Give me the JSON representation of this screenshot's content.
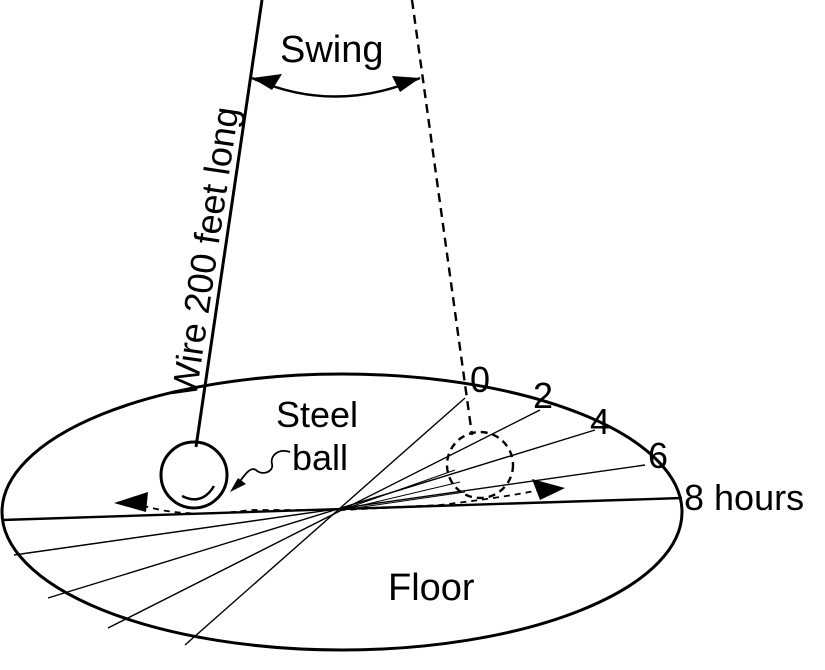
{
  "labels": {
    "swing": "Swing",
    "wire": "Wire 200 feet long",
    "steel": "Steel",
    "ball": "ball",
    "floor": "Floor"
  },
  "hour_marks": [
    "0",
    "2",
    "4",
    "6",
    "8 hours"
  ],
  "colors": {
    "ink": "#000000",
    "background": "#ffffff"
  },
  "icons": {
    "arrowhead": "filled-arrowhead-icon",
    "ball": "steel-ball-icon"
  }
}
